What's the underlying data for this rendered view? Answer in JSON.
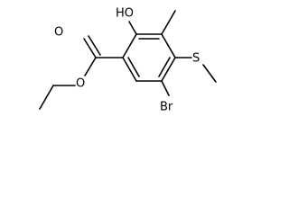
{
  "labels": {
    "hydroxyl": "HO",
    "carbonyl_oxygen": "O",
    "ester_oxygen": "O",
    "sulfur": "S",
    "bromine": "Br"
  },
  "colors": {
    "ink": "#000000",
    "background": "#ffffff"
  }
}
